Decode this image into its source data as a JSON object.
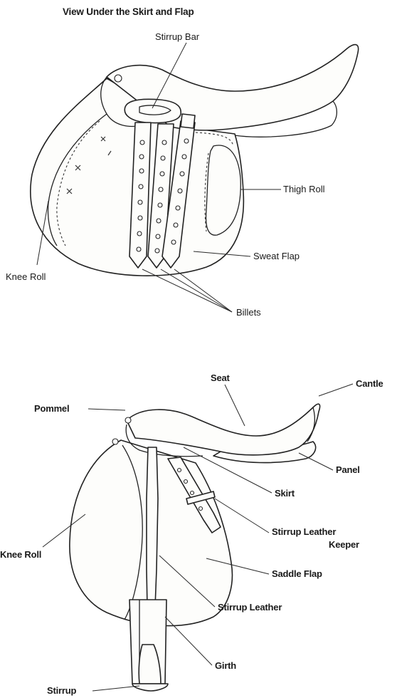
{
  "top_diagram": {
    "title": "View Under the Skirt and Flap",
    "labels": {
      "stirrup_bar": "Stirrup Bar",
      "thigh_roll": "Thigh Roll",
      "sweat_flap": "Sweat Flap",
      "knee_roll": "Knee Roll",
      "billets": "Billets"
    }
  },
  "bottom_diagram": {
    "labels": {
      "seat": "Seat",
      "cantle": "Cantle",
      "pommel": "Pommel",
      "panel": "Panel",
      "skirt": "Skirt",
      "stirrup_leather_keeper_line1": "Stirrup Leather",
      "stirrup_leather_keeper_line2": "Keeper",
      "knee_roll": "Knee Roll",
      "saddle_flap": "Saddle Flap",
      "stirrup_leather": "Stirrup Leather",
      "girth": "Girth",
      "stirrup": "Stirrup"
    }
  }
}
